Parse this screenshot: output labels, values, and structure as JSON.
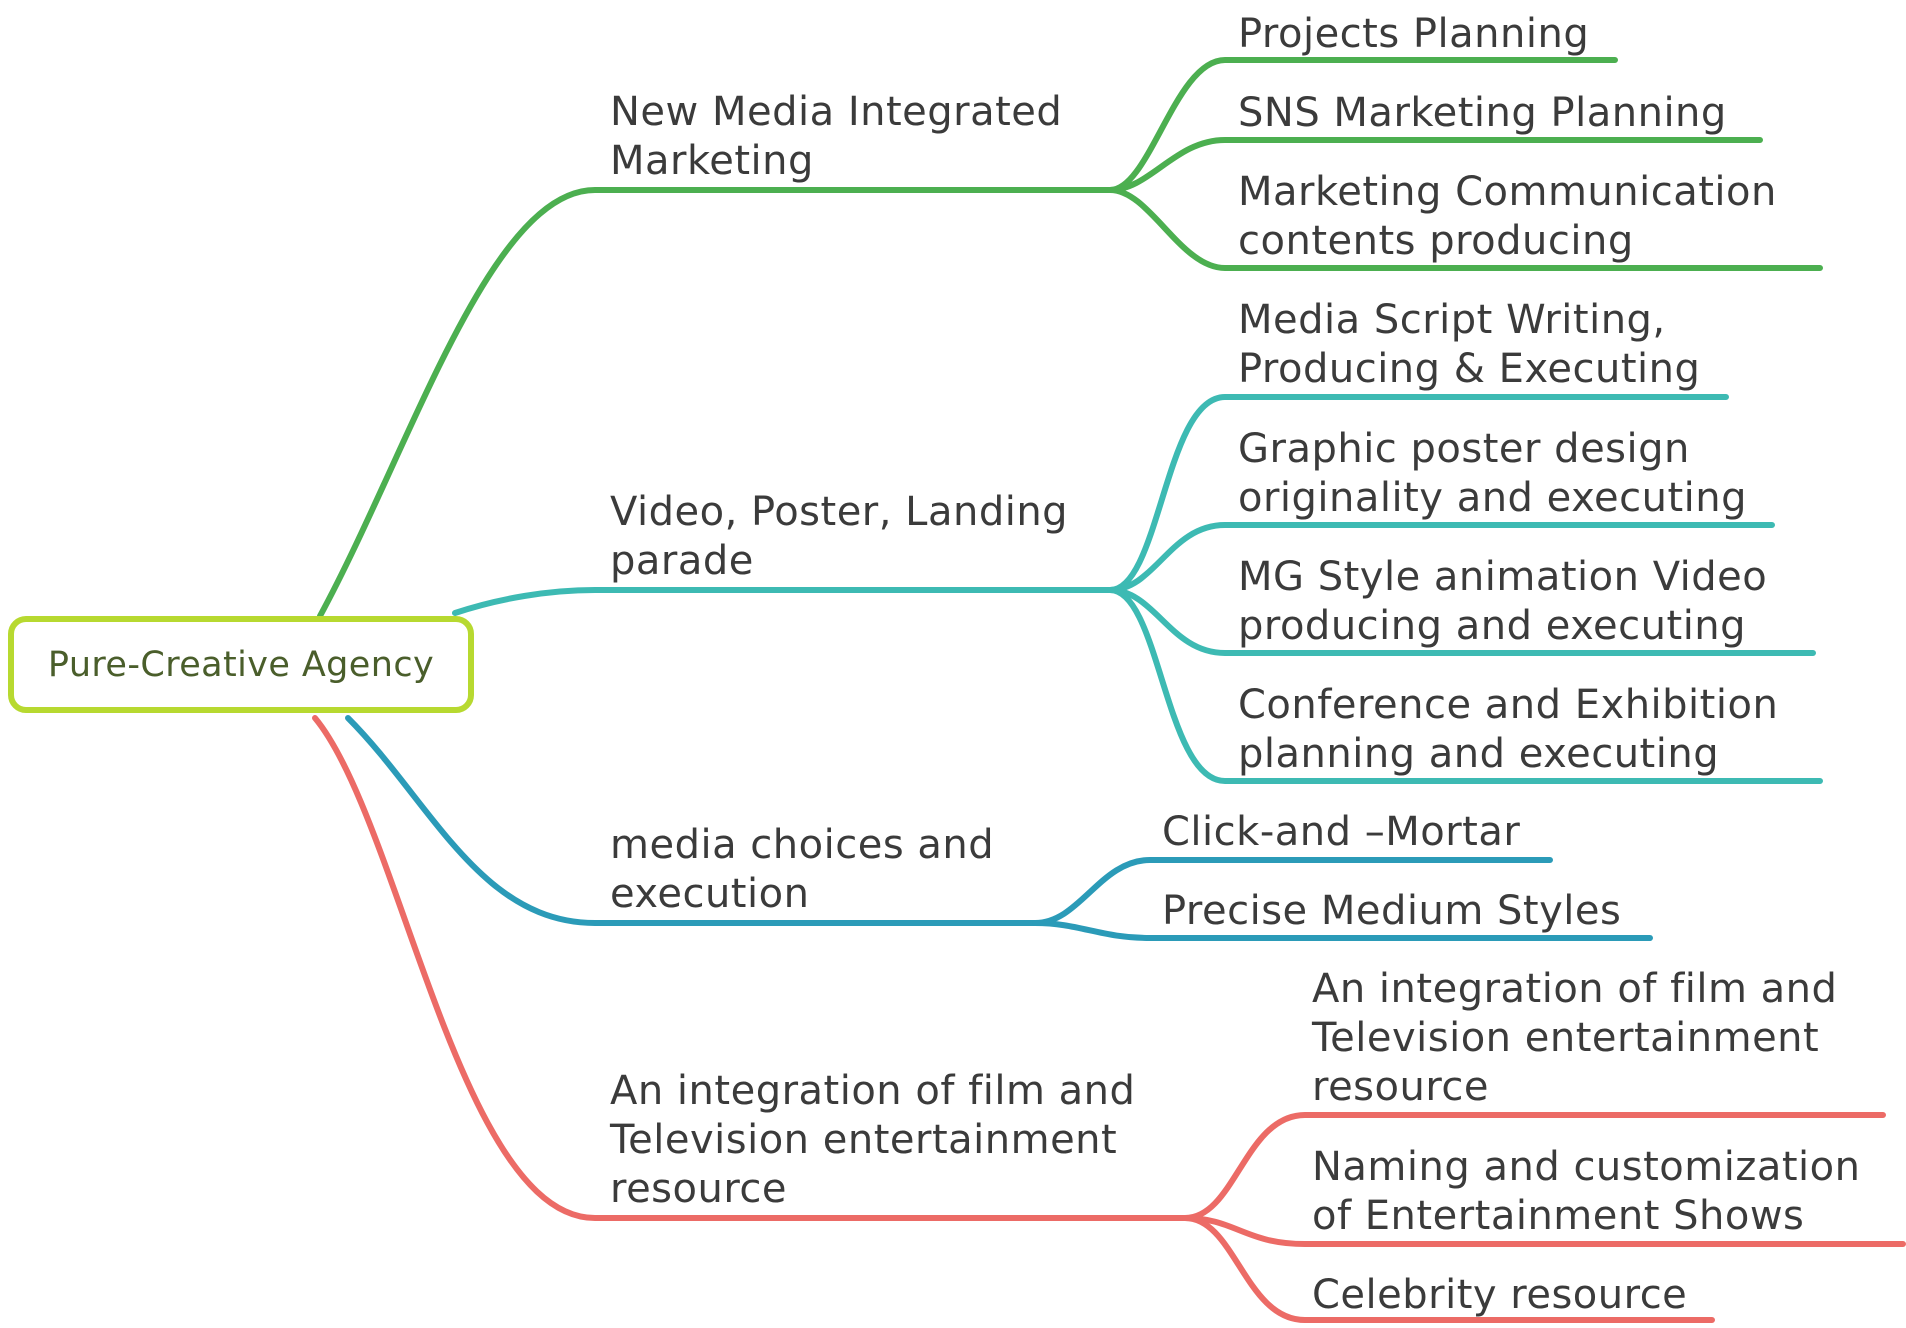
{
  "root": {
    "label": "Pure-Creative Agency",
    "border_color": "#b7d930"
  },
  "branches": [
    {
      "label": "New Media Integrated\nMarketing",
      "color": "#4caf50",
      "children": [
        "Projects Planning",
        "SNS Marketing Planning",
        "Marketing Communication\ncontents producing"
      ]
    },
    {
      "label": "Video, Poster, Landing\nparade",
      "color": "#3dbab3",
      "children": [
        "Media Script Writing,\nProducing & Executing",
        "Graphic poster design\noriginality and executing",
        "MG Style animation Video\nproducing and executing",
        "Conference and Exhibition\nplanning and executing"
      ]
    },
    {
      "label": "media choices and\nexecution",
      "color": "#2b9bb8",
      "children": [
        "Click-and –Mortar",
        "Precise Medium Styles"
      ]
    },
    {
      "label": "An integration of film and\nTelevision entertainment\nresource",
      "color": "#ec6b66",
      "children": [
        "An integration of film and\nTelevision entertainment\nresource",
        "Naming and customization\nof Entertainment Shows",
        "Celebrity resource"
      ]
    }
  ]
}
